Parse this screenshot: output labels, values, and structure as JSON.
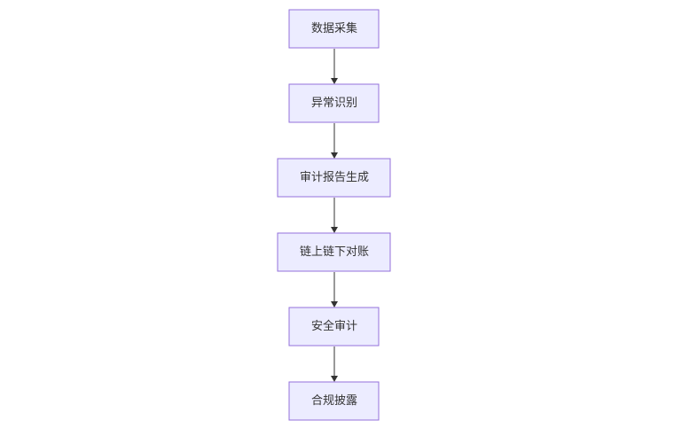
{
  "flowchart": {
    "nodes": [
      {
        "id": "n1",
        "label": "数据采集"
      },
      {
        "id": "n2",
        "label": "异常识别"
      },
      {
        "id": "n3",
        "label": "审计报告生成"
      },
      {
        "id": "n4",
        "label": "链上链下对账"
      },
      {
        "id": "n5",
        "label": "安全审计"
      },
      {
        "id": "n6",
        "label": "合规披露"
      }
    ],
    "edges": [
      {
        "from": "n1",
        "to": "n2"
      },
      {
        "from": "n2",
        "to": "n3"
      },
      {
        "from": "n3",
        "to": "n4"
      },
      {
        "from": "n4",
        "to": "n5"
      },
      {
        "from": "n5",
        "to": "n6"
      }
    ],
    "colors": {
      "node_fill": "#ECECFF",
      "node_border": "#9370DB",
      "edge": "#333333",
      "text": "#333333"
    }
  }
}
